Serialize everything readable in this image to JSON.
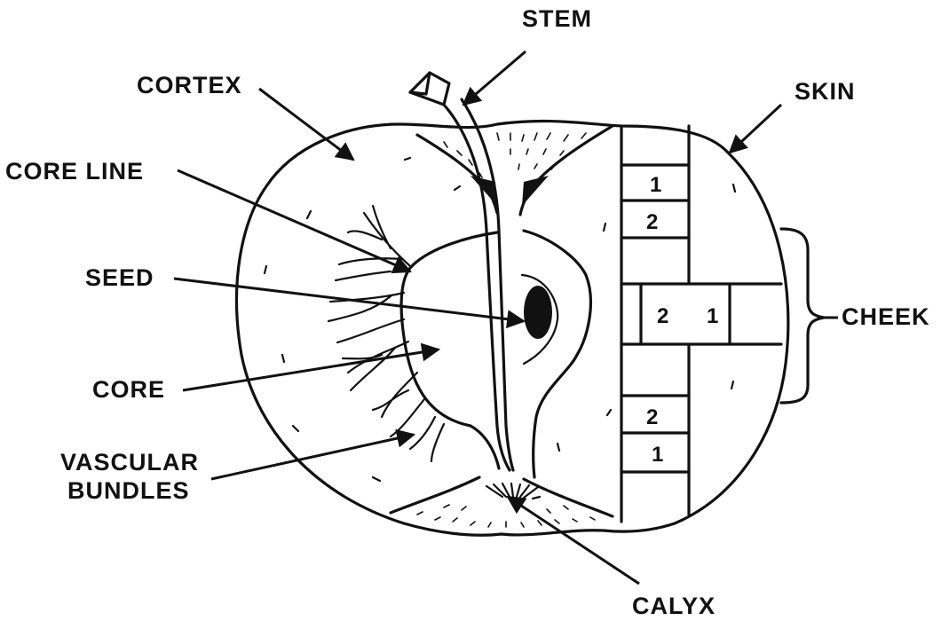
{
  "labels": {
    "stem": "STEM",
    "cortex": "CORTEX",
    "skin": "SKIN",
    "core_line": "CORE LINE",
    "seed": "SEED",
    "cheek": "CHEEK",
    "core": "CORE",
    "vascular_bundles_line1": "VASCULAR",
    "vascular_bundles_line2": "BUNDLES",
    "calyx": "CALYX"
  },
  "sample_cells": {
    "upper_1": "1",
    "upper_2": "2",
    "middle_2": "2",
    "middle_1": "1",
    "lower_2": "2",
    "lower_1": "1"
  }
}
